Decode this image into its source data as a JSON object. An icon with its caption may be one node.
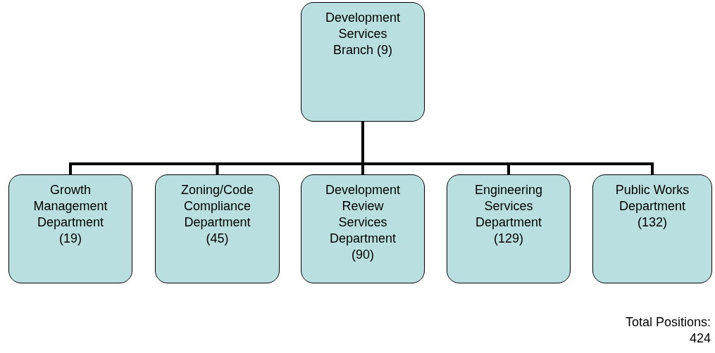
{
  "diagram": {
    "nodes": [
      {
        "text": [
          "Development Services Branch (9)"
        ]
      },
      {
        "text": [
          "Growth Management Department (19)"
        ]
      },
      {
        "text": [
          "Zoning/Code Compliance Department (45)"
        ]
      },
      {
        "text": [
          "Development Review Services Department (90)"
        ]
      },
      {
        "text": [
          "Engineering Services Department (129)"
        ]
      },
      {
        "text": [
          "Public Works Department (132)"
        ]
      }
    ],
    "edges": [
      {
        "from": 0,
        "to": 1,
        "arrow": "none"
      },
      {
        "from": 0,
        "to": 2,
        "arrow": "none"
      },
      {
        "from": 0,
        "to": 3,
        "arrow": "none"
      },
      {
        "from": 0,
        "to": 4,
        "arrow": "none"
      },
      {
        "from": 0,
        "to": 5,
        "arrow": "none"
      }
    ],
    "labels": [
      "Total Positions: 424"
    ]
  }
}
